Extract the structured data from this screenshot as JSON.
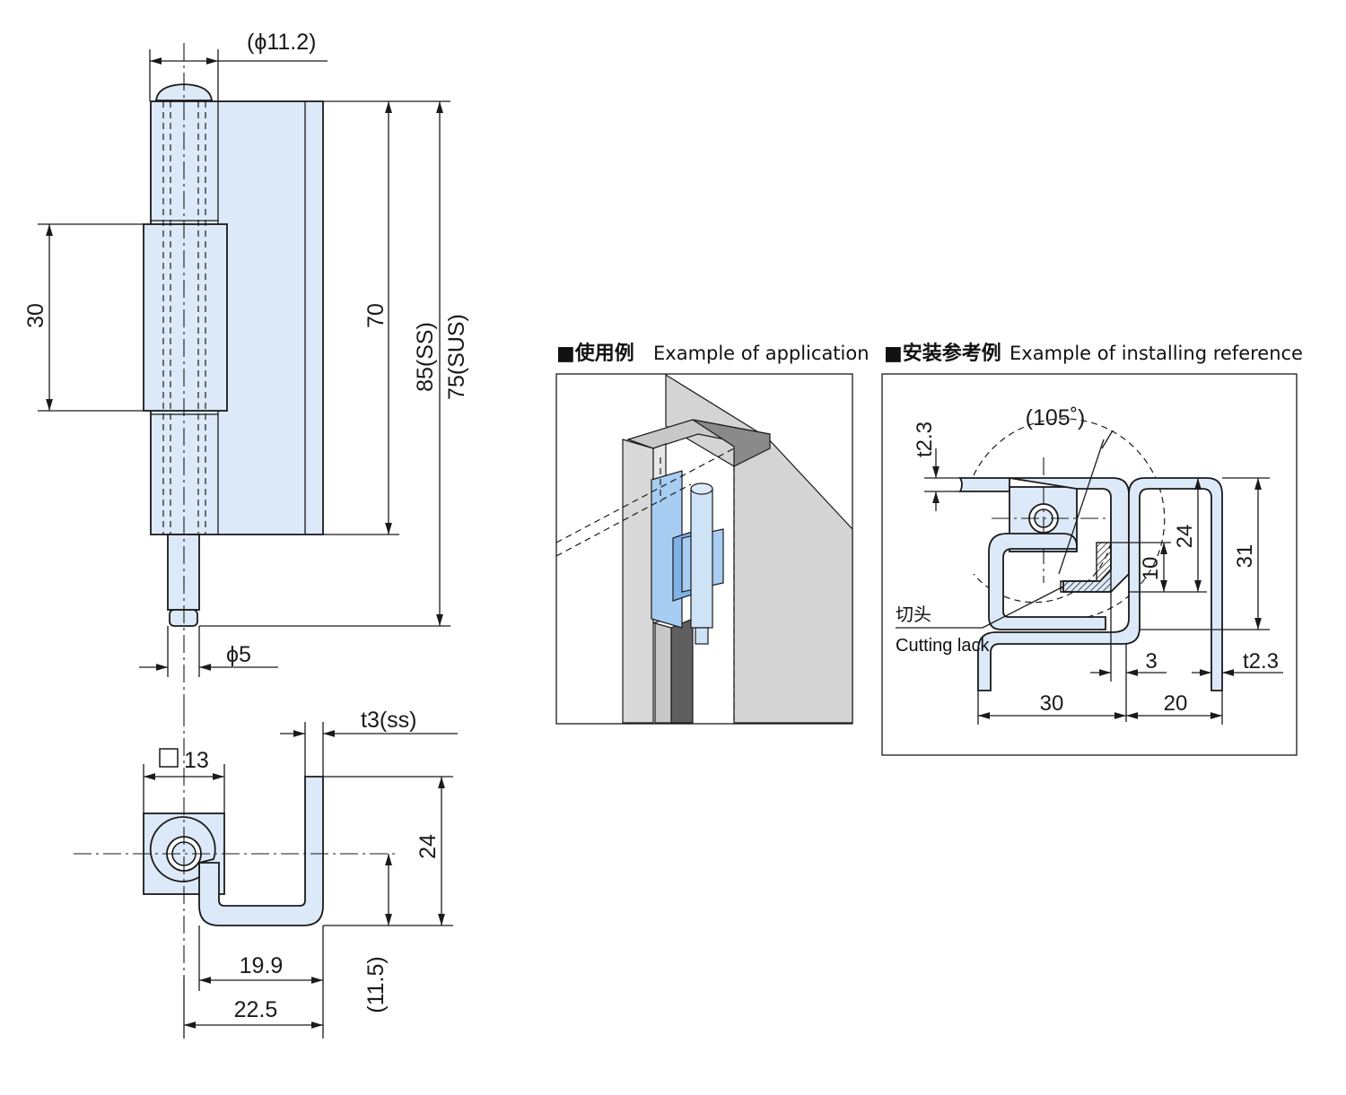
{
  "front_view": {
    "pin_dia_top": "(ϕ11.2)",
    "leaf_height": "30",
    "body_height": "70",
    "total_height_ss": "85(SS)",
    "total_height_sus": "75(SUS)",
    "pin_dia_bottom": "ϕ5"
  },
  "section_view": {
    "square_size": "13",
    "thickness": "t3(ss)",
    "height": "24",
    "offset": "(11.5)",
    "width_inner": "19.9",
    "width_outer": "22.5"
  },
  "application": {
    "title_jp": "■使用例",
    "title_en": "Example of application"
  },
  "installing": {
    "title_jp": "■安装参考例",
    "title_en": "Example of installing reference",
    "angle": "(105˚)",
    "thickness_left": "t2.3",
    "dim_24": "24",
    "dim_31": "31",
    "dim_10": "10",
    "dim_3": "3",
    "thickness_right": "t2.3",
    "dim_30": "30",
    "dim_20": "20",
    "cut_label_jp": "切头",
    "cut_label_en": "Cutting lack"
  },
  "colors": {
    "part_fill": "#dce9f8",
    "panel_fill": "#d4d4d4",
    "line": "#1a1a1a"
  }
}
